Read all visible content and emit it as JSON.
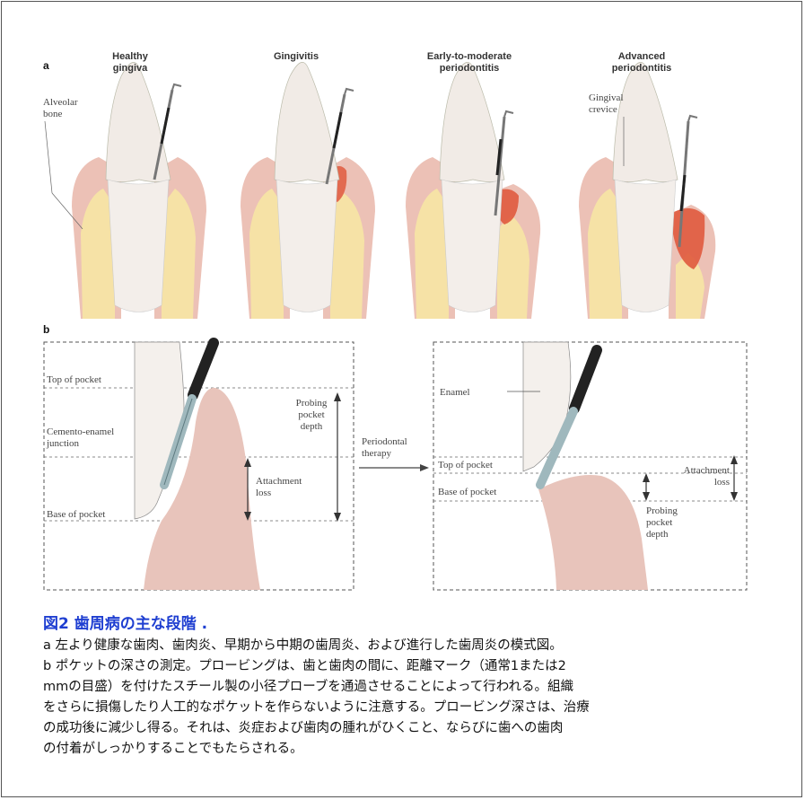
{
  "figure": {
    "panel_a_letter": "a",
    "panel_b_letter": "b",
    "stages": [
      {
        "title_line1": "Healthy",
        "title_line2": "gingiva"
      },
      {
        "title_line1": "Gingivitis",
        "title_line2": ""
      },
      {
        "title_line1": "Early-to-moderate",
        "title_line2": "periodontitis"
      },
      {
        "title_line1": "Advanced",
        "title_line2": "periodontitis"
      }
    ],
    "annotations_a": {
      "alveolar_bone_line1": "Alveolar",
      "alveolar_bone_line2": "bone",
      "gingival_crevice_line1": "Gingival",
      "gingival_crevice_line2": "crevice"
    },
    "annotations_b_left": {
      "top_of_pocket": "Top of pocket",
      "cej_line1": "Cemento-enamel",
      "cej_line2": "junction",
      "base_of_pocket": "Base of pocket",
      "probing_line1": "Probing",
      "probing_line2": "pocket",
      "probing_line3": "depth",
      "attachment_line1": "Attachment",
      "attachment_line2": "loss"
    },
    "therapy_line1": "Periodontal",
    "therapy_line2": "therapy",
    "annotations_b_right": {
      "enamel": "Enamel",
      "top_of_pocket": "Top of pocket",
      "base_of_pocket": "Base of pocket",
      "attachment_line1": "Attachment",
      "attachment_line2": "loss",
      "probing_line1": "Probing",
      "probing_line2": "pocket",
      "probing_line3": "depth"
    },
    "colors": {
      "caption_title": "#1f3fd1",
      "gum": "#ecc1b6",
      "bone": "#f6e2a6",
      "tooth": "#f1ebe6",
      "inflammation": "#e05a3e"
    }
  },
  "caption": {
    "title": "図2 歯周病の主な段階 .",
    "line1": "a 左より健康な歯肉、歯肉炎、早期から中期の歯周炎、および進行した歯周炎の模式図。",
    "line2": "b ポケットの深さの測定。プロービングは、歯と歯肉の間に、距離マーク（通常1または2",
    "line3": "mmの目盛）を付けたスチール製の小径プローブを通過させることによって行われる。組織",
    "line4": "をさらに損傷したり人工的なポケットを作らないように注意する。プロービング深さは、治療",
    "line5": "の成功後に減少し得る。それは、炎症および歯肉の腫れがひくこと、ならびに歯への歯肉",
    "line6": "の付着がしっかりすることでもたらされる。"
  }
}
